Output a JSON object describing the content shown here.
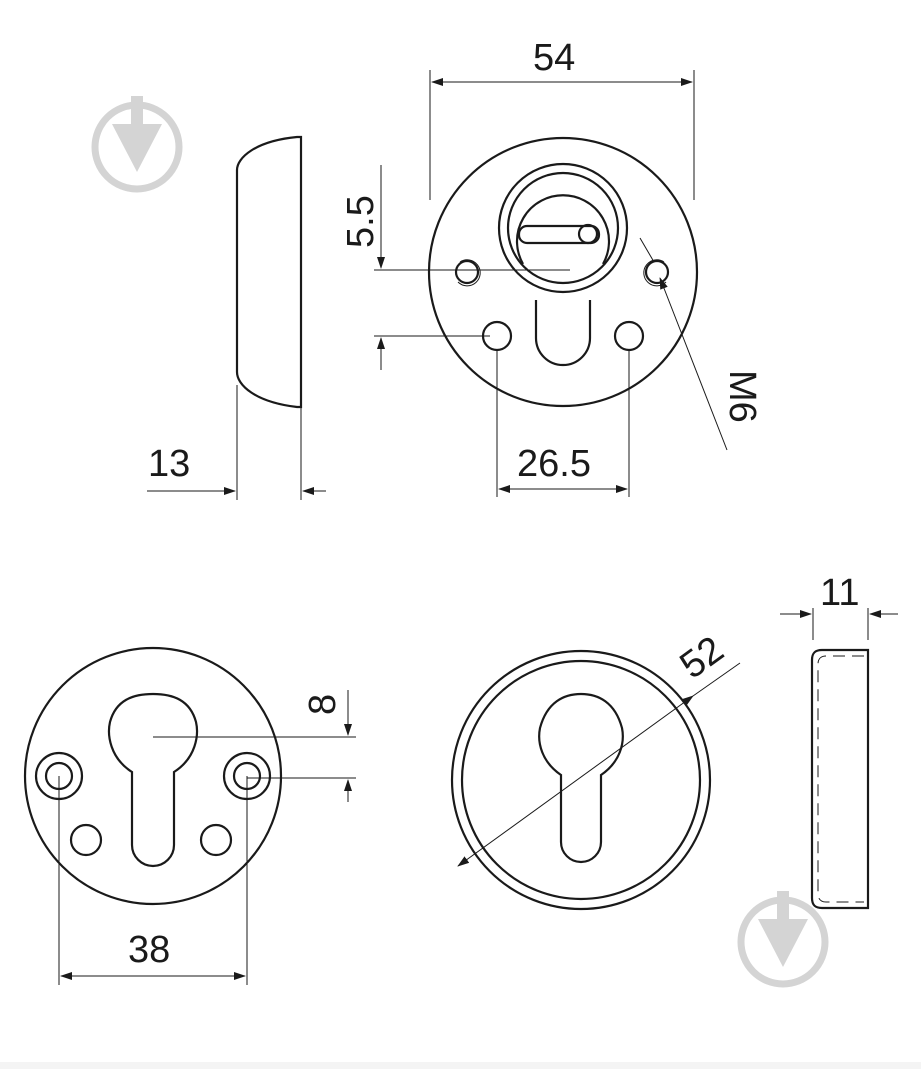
{
  "dimensions": {
    "outer_diameter_top": "54",
    "side_thickness": "13",
    "screw_offset": "5.5",
    "screw_thread": "M6",
    "hole_spacing_top": "26.5",
    "cover_thickness": "11",
    "cover_diameter": "52",
    "pin_offset": "8",
    "hole_spacing_back": "38"
  },
  "watermark_icon": "download-arrow-icon"
}
